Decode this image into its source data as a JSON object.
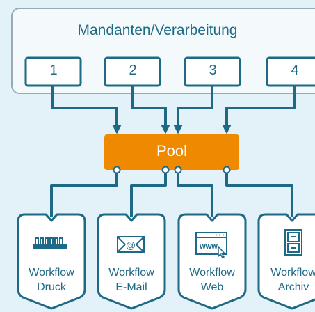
{
  "title": "Mandanten/Verarbeitung",
  "clients": [
    {
      "label": "1"
    },
    {
      "label": "2"
    },
    {
      "label": "3"
    },
    {
      "label": "4"
    }
  ],
  "pool": {
    "label": "Pool"
  },
  "workflows": [
    {
      "label": "Workflow",
      "sublabel": "Druck",
      "icon": "printer-icon"
    },
    {
      "label": "Workflow",
      "sublabel": "E-Mail",
      "icon": "email-icon"
    },
    {
      "label": "Workflow",
      "sublabel": "Web",
      "icon": "web-browser-icon"
    },
    {
      "label": "Workflow",
      "sublabel": "Archiv",
      "icon": "filing-cabinet-icon"
    }
  ],
  "colors": {
    "background": "#e2f2f8",
    "stroke": "#1e6985",
    "box_fill": "#ffffff",
    "pool_fill": "#ef8a00",
    "pool_text": "#ffffff"
  }
}
